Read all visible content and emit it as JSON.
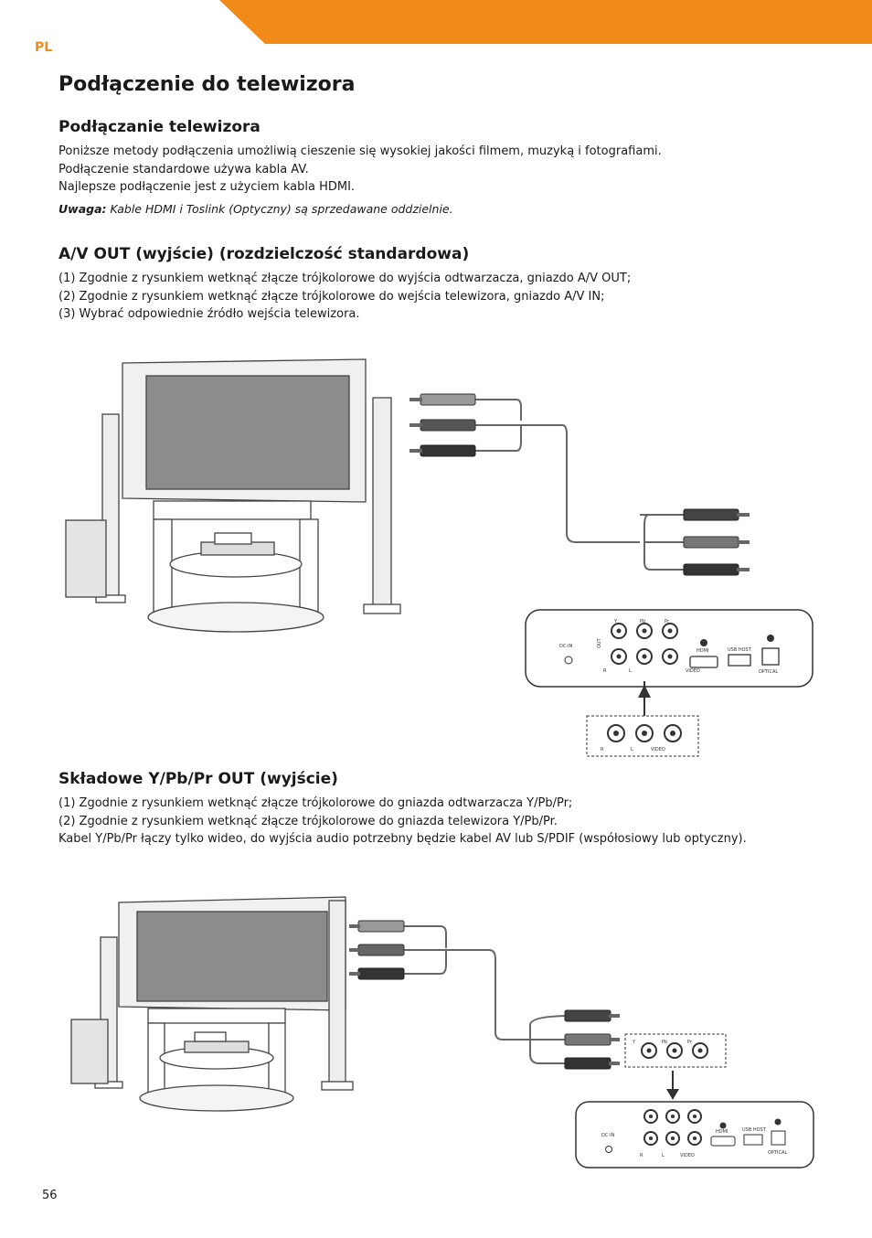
{
  "header": {
    "lang": "PL",
    "accent_color": "#f28a1a"
  },
  "title": "Podłączenie do telewizora",
  "section1": {
    "heading": "Podłączanie telewizora",
    "lines": [
      "Poniższe metody podłączenia umożliwią cieszenie się wysokiej jakości filmem, muzyką i fotografiami.",
      "Podłączenie standardowe używa kabla AV.",
      "Najlepsze podłączenie jest z użyciem kabla HDMI."
    ],
    "note_label": "Uwaga:",
    "note_text": " Kable HDMI i Toslink (Optyczny) są sprzedawane oddzielnie."
  },
  "section2": {
    "heading": "A/V OUT (wyjście) (rozdzielczość standardowa)",
    "lines": [
      "(1) Zgodnie z rysunkiem wetknąć złącze trójkolorowe do wyjścia odtwarzacza, gniazdo A/V OUT;",
      "(2) Zgodnie z rysunkiem wetknąć złącze trójkolorowe do wejścia telewizora, gniazdo A/V IN;",
      "(3) Wybrać odpowiednie źródło wejścia telewizora."
    ]
  },
  "section3": {
    "heading": "Składowe Y/Pb/Pr OUT (wyjście)",
    "lines": [
      "(1) Zgodnie z rysunkiem wetknąć złącze trójkolorowe do gniazda odtwarzacza Y/Pb/Pr;",
      "(2) Zgodnie z rysunkiem wetknąć złącze trójkolorowe do gniazda telewizora Y/Pb/Pr.",
      "Kabel Y/Pb/Pr łączy tylko wideo, do wyjścia audio potrzebny będzie kabel AV lub S/PDIF (współosiowy lub optyczny)."
    ]
  },
  "panel_labels": {
    "dc_in": "DC-IN",
    "out": "OUT",
    "y": "Y",
    "pb": "Pb",
    "pr": "Pr",
    "r": "R",
    "l": "L",
    "video": "VIDEO",
    "hdmi": "HDMI",
    "usb_host": "USB HOST",
    "optical": "OPTICAL"
  },
  "page_number": "56"
}
